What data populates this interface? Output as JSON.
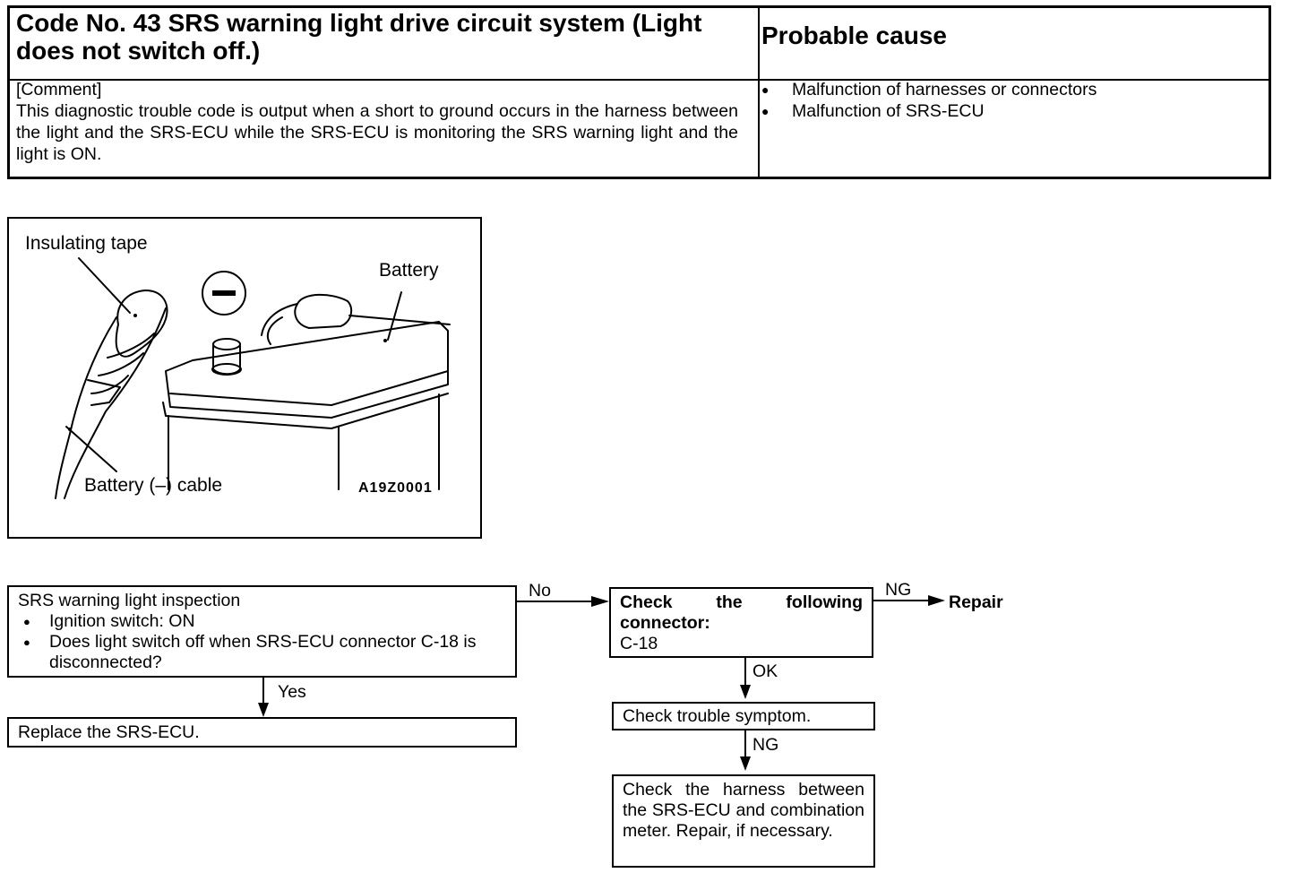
{
  "header": {
    "code_title": "Code No. 43 SRS warning light drive circuit system (Light does not switch off.)",
    "probable_cause_title": "Probable cause"
  },
  "comment": {
    "heading": "[Comment]",
    "body": "This diagnostic trouble code is output when a short to ground occurs in the harness between the light and the SRS-ECU while the SRS-ECU is monitoring the SRS warning light and the light is ON."
  },
  "probable_causes": [
    "Malfunction of harnesses or connectors",
    "Malfunction of SRS-ECU"
  ],
  "figure": {
    "labels": {
      "insulating_tape": "Insulating tape",
      "battery": "Battery",
      "battery_cable": "Battery (–) cable",
      "figure_number": "A19Z0001"
    },
    "negative_symbol": "−"
  },
  "flowchart": {
    "inspection": {
      "title": "SRS warning light inspection",
      "items": [
        "Ignition switch: ON",
        "Does light switch off when SRS-ECU connector C-18 is disconnected?"
      ]
    },
    "yes_label": "Yes",
    "no_label": "No",
    "replace_box": "Replace the SRS-ECU.",
    "check_connector": {
      "line1": "Check the following connector:",
      "line2": "C-18"
    },
    "ng_label_1": "NG",
    "repair_label": "Repair",
    "ok_label": "OK",
    "check_symptom": "Check trouble symptom.",
    "ng_label_2": "NG",
    "check_harness": "Check the harness between the SRS-ECU and combination meter. Repair, if necessary."
  }
}
